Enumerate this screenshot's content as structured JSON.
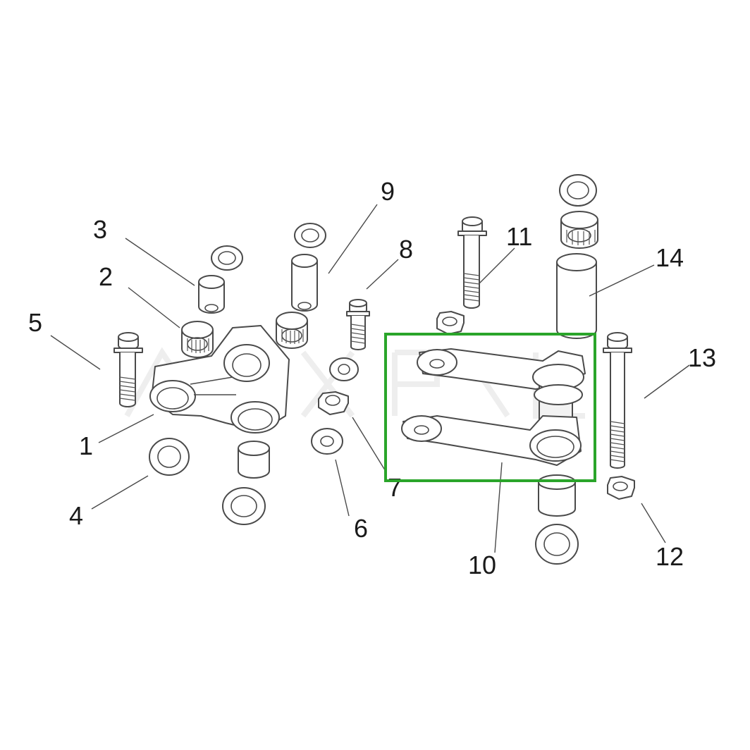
{
  "callouts": [
    {
      "id": "1",
      "text": "1"
    },
    {
      "id": "2",
      "text": "2"
    },
    {
      "id": "3",
      "text": "3"
    },
    {
      "id": "4",
      "text": "4"
    },
    {
      "id": "5",
      "text": "5"
    },
    {
      "id": "6",
      "text": "6"
    },
    {
      "id": "7",
      "text": "7"
    },
    {
      "id": "8",
      "text": "8"
    },
    {
      "id": "9",
      "text": "9"
    },
    {
      "id": "10",
      "text": "10"
    },
    {
      "id": "11",
      "text": "11"
    },
    {
      "id": "12",
      "text": "12"
    },
    {
      "id": "13",
      "text": "13"
    },
    {
      "id": "14",
      "text": "14"
    }
  ],
  "colors": {
    "highlight": "#2aa52a",
    "line": "#4a4a4a",
    "background": "#ffffff"
  },
  "highlighted_part": "10"
}
